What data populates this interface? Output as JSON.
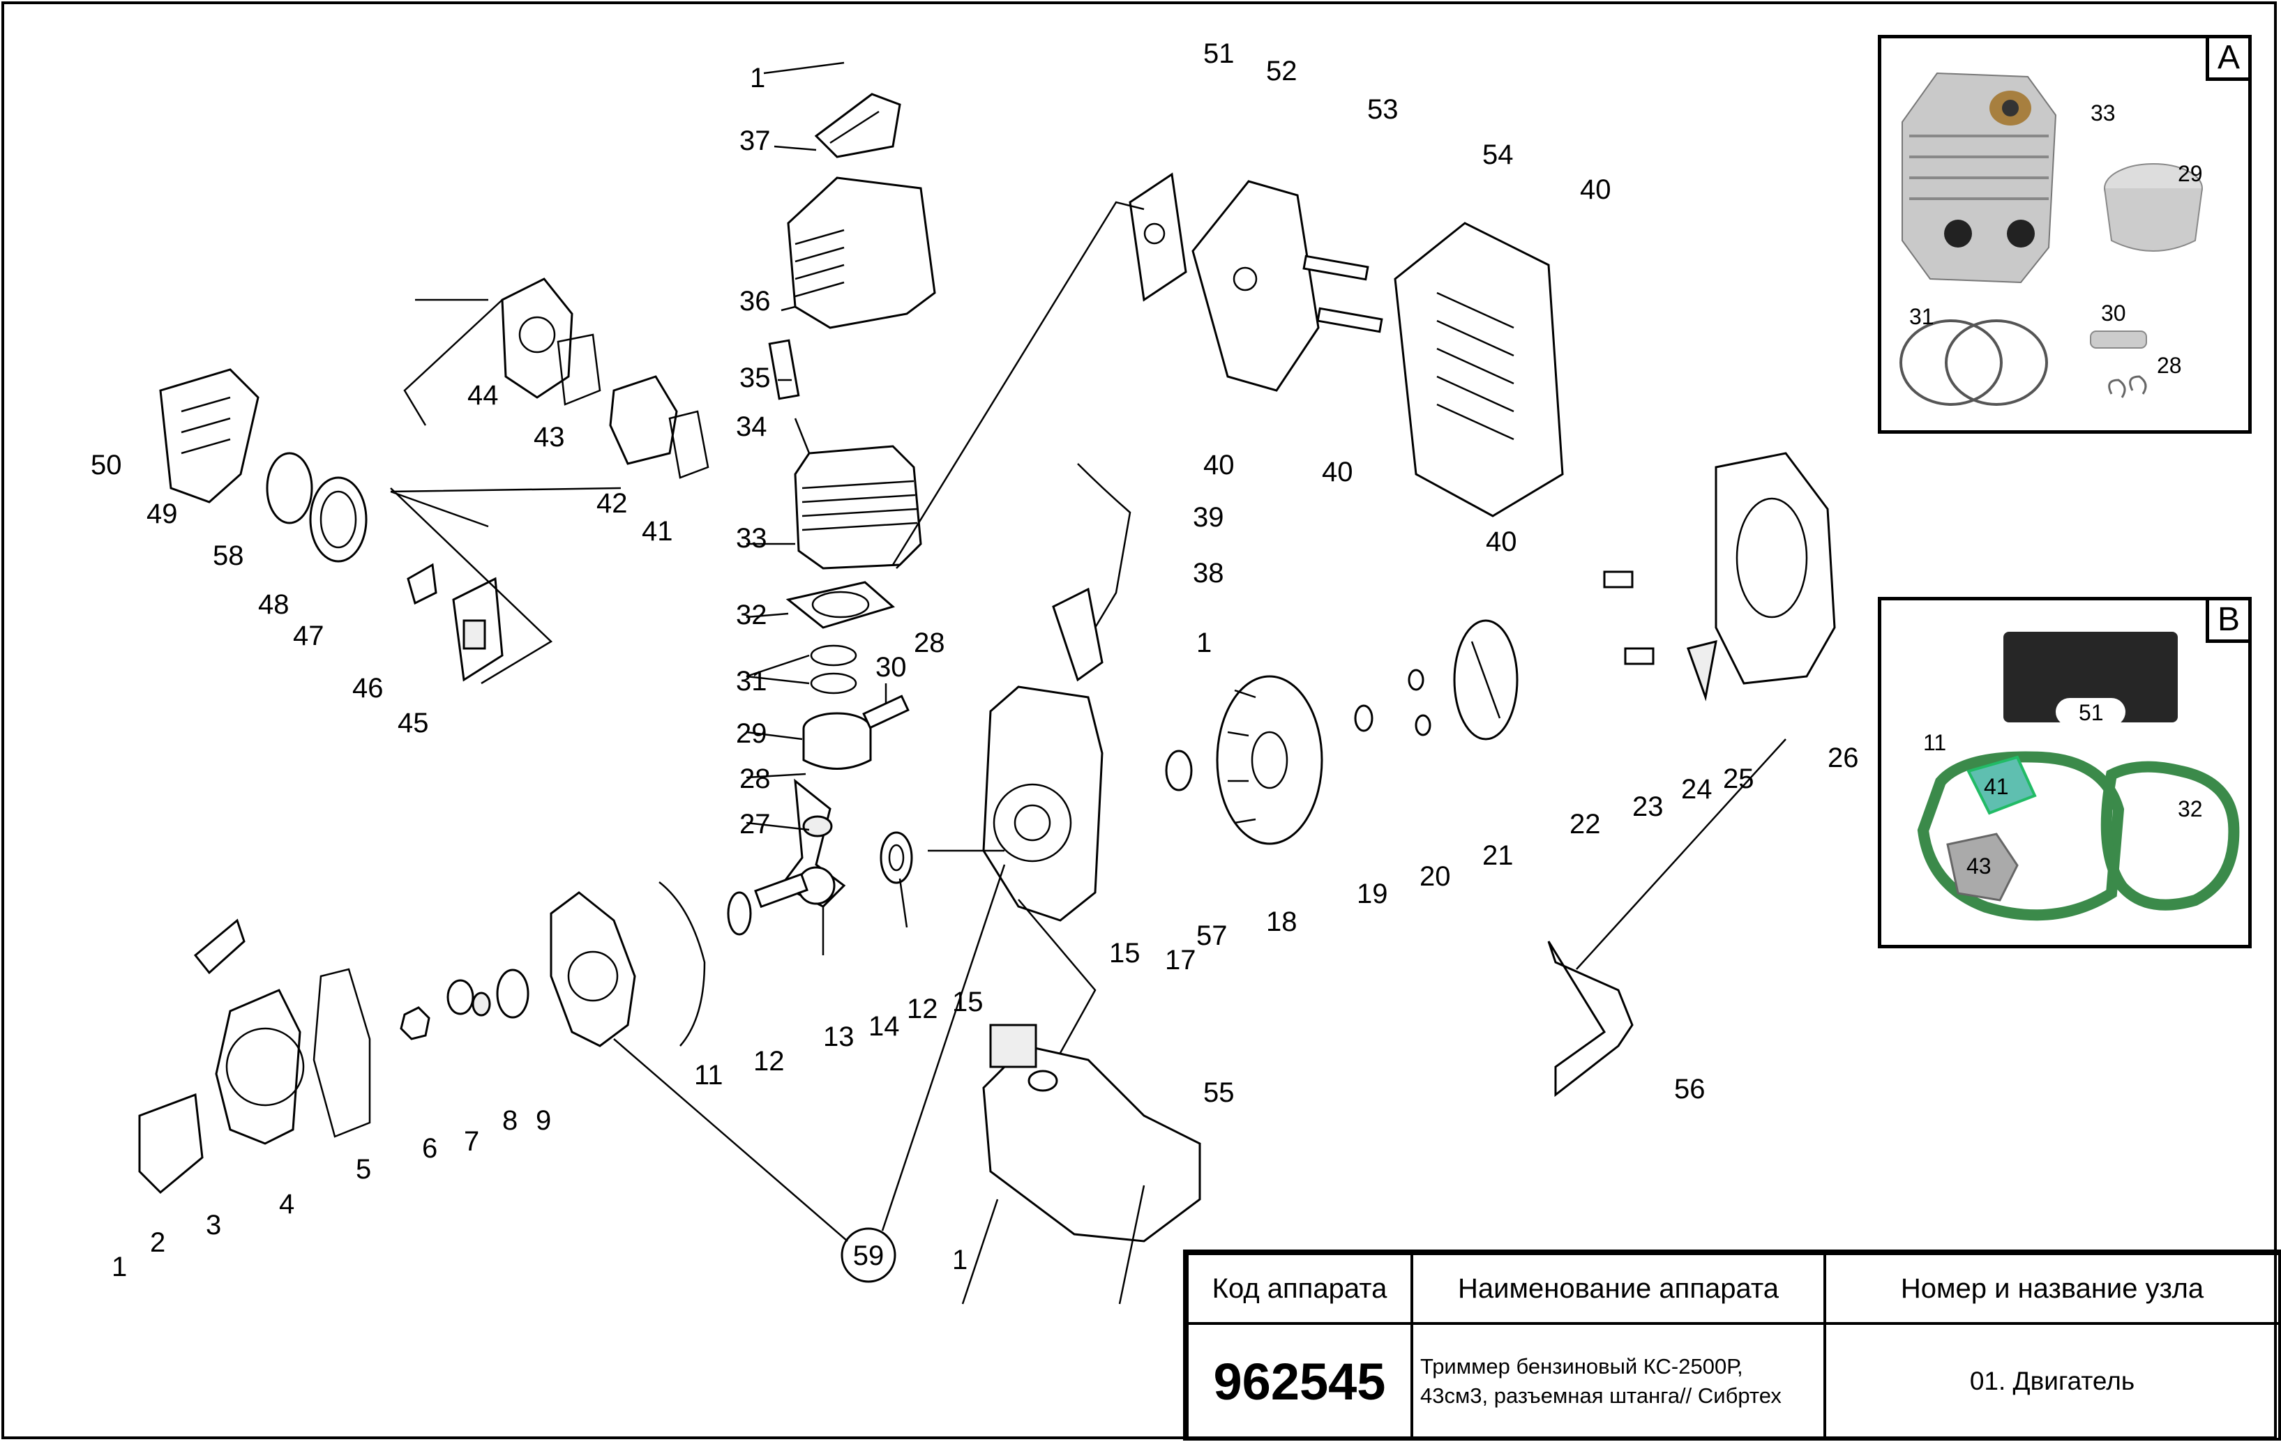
{
  "title_block": {
    "header_code": "Код аппарата",
    "header_name": "Наименование аппарата",
    "header_node": "Номер и название узла",
    "code_value": "962545",
    "name_line1": "Триммер бензиновый КС-2500Р,",
    "name_line2": "43см3, разъемная штанга// Сибртех",
    "node_value": "01. Двигатель"
  },
  "inset_a": {
    "letter": "A",
    "labels": [
      "33",
      "29",
      "31",
      "30",
      "28"
    ]
  },
  "inset_b": {
    "letter": "B",
    "labels": [
      "51",
      "11",
      "41",
      "32",
      "43"
    ]
  },
  "callout_59": "59",
  "part_numbers": [
    "1",
    "2",
    "3",
    "4",
    "5",
    "6",
    "7",
    "8",
    "9",
    "11",
    "12",
    "13",
    "14",
    "15",
    "17",
    "18",
    "19",
    "20",
    "21",
    "22",
    "23",
    "24",
    "25",
    "26",
    "27",
    "28",
    "29",
    "30",
    "31",
    "32",
    "33",
    "34",
    "35",
    "36",
    "37",
    "38",
    "39",
    "40",
    "41",
    "42",
    "43",
    "44",
    "45",
    "46",
    "47",
    "48",
    "49",
    "50",
    "51",
    "52",
    "53",
    "54",
    "55",
    "56",
    "57",
    "58"
  ]
}
